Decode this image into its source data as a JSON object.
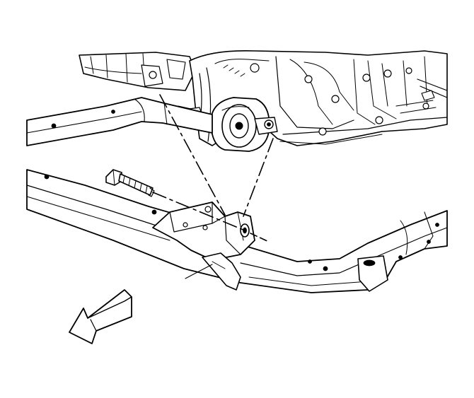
{
  "diagram": {
    "view": "exploded-installation",
    "parts": [
      {
        "name": "engine-transaxle-assembly"
      },
      {
        "name": "drivetrain-frame-crossmember"
      },
      {
        "name": "transmission-mount"
      },
      {
        "name": "transmission-mount-bolt"
      },
      {
        "name": "mount-bracket"
      }
    ],
    "indicators": [
      {
        "name": "front-of-vehicle-arrow",
        "direction": "down-left"
      }
    ],
    "colors": {
      "line": "#000000",
      "background": "#ffffff"
    }
  }
}
